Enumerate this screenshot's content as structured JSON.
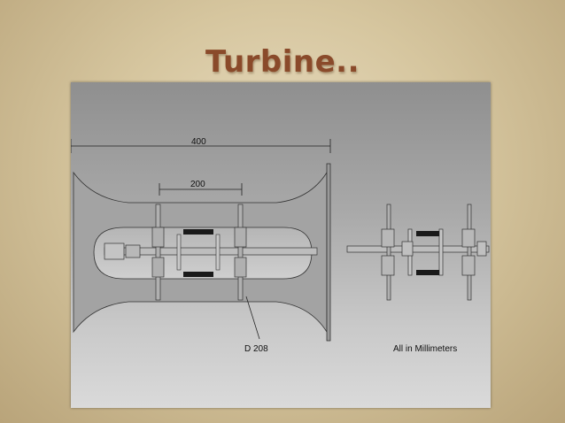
{
  "slide": {
    "title": "Turbine.."
  },
  "drawing": {
    "dimension_overall": "400",
    "dimension_inner": "200",
    "diameter_label": "D 208",
    "units_note": "All in Millimeters"
  }
}
